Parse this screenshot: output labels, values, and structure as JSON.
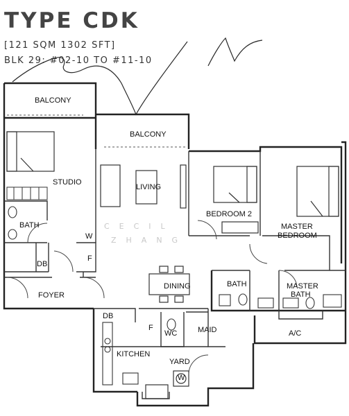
{
  "header": {
    "title": "TYPE CDK",
    "area": "[121 SQM 1302 SFT]",
    "units": "BLK 29: #02-10 TO #11-10"
  },
  "rooms": {
    "balcony_left": "BALCONY",
    "balcony_center": "BALCONY",
    "studio": "STUDIO",
    "bath_studio": "BATH",
    "living": "LIVING",
    "bedroom2": "BEDROOM 2",
    "master_bedroom_1": "MASTER",
    "master_bedroom_2": "BEDROOM",
    "bath_common": "BATH",
    "master_bath_1": "MASTER",
    "master_bath_2": "BATH",
    "dining": "DINING",
    "foyer": "FOYER",
    "db_1": "DB",
    "db_2": "DB",
    "wc": "WC",
    "maid": "MAID",
    "ac": "A/C",
    "kitchen": "KITCHEN",
    "yard": "YARD",
    "w_1": "W",
    "w_2": "W",
    "f_1": "F",
    "f_2": "F"
  },
  "watermark": {
    "line1": "CECIL",
    "line2": "ZHANG"
  },
  "colors": {
    "wall": "#222222",
    "ink": "#111111",
    "title": "#444444"
  }
}
